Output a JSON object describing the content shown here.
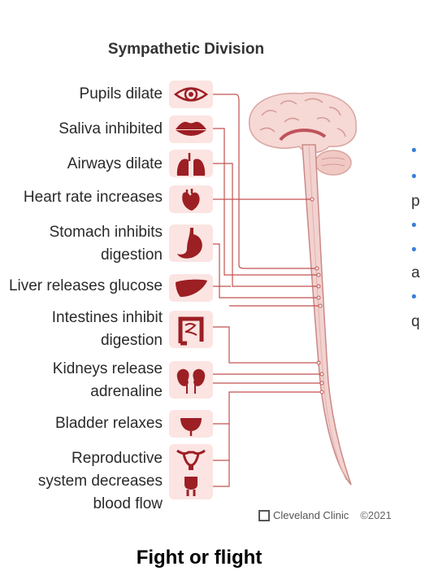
{
  "title": "Sympathetic Division",
  "organs": [
    {
      "lines": [
        "Pupils dilate"
      ],
      "icon": "eye-icon"
    },
    {
      "lines": [
        "Saliva inhibited"
      ],
      "icon": "lips-icon"
    },
    {
      "lines": [
        "Airways dilate"
      ],
      "icon": "lungs-icon"
    },
    {
      "lines": [
        "Heart rate increases"
      ],
      "icon": "heart-icon"
    },
    {
      "lines": [
        "Stomach inhibits",
        "digestion"
      ],
      "icon": "stomach-icon"
    },
    {
      "lines": [
        "Liver releases glucose"
      ],
      "icon": "liver-icon"
    },
    {
      "lines": [
        "Intestines inhibit",
        "digestion"
      ],
      "icon": "intestines-icon"
    },
    {
      "lines": [
        "Kidneys release",
        "adrenaline"
      ],
      "icon": "kidneys-icon"
    },
    {
      "lines": [
        "Bladder relaxes"
      ],
      "icon": "bladder-icon"
    },
    {
      "lines": [
        "Reproductive",
        "system decreases",
        "blood flow"
      ],
      "icon": "reproductive-icon"
    }
  ],
  "side_fragments": [
    "•",
    "•",
    "p",
    "•",
    "•",
    "a",
    "•",
    "q"
  ],
  "credit": {
    "brand": "Cleveland Clinic",
    "year": "©2021"
  },
  "footer": "Fight or flight",
  "colors": {
    "organ": "#9c1f24",
    "icon_bg": "#fbe4e2",
    "line": "#c45050",
    "spine": "#f2d2cf",
    "bullet": "#3a7fd5"
  }
}
